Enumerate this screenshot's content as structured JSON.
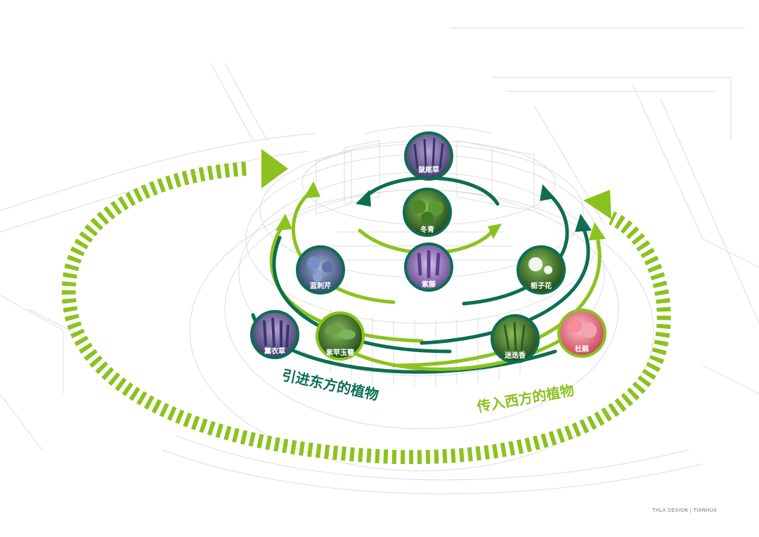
{
  "flows": {
    "east_label": "引进东方的植物",
    "west_label": "传入西方的植物"
  },
  "plants": [
    {
      "name": "鼠尾草",
      "tone": "#5a5f9a",
      "ring": "#0d6e52"
    },
    {
      "name": "冬青",
      "tone": "#3f7a2a",
      "ring": "#0d6e52"
    },
    {
      "name": "紫藤",
      "tone": "#7c5aa6",
      "ring": "#0d6e52"
    },
    {
      "name": "蓝刺芹",
      "tone": "#4f6a9a",
      "ring": "#0d6e52"
    },
    {
      "name": "栀子花",
      "tone": "#3e7a3a",
      "ring": "#0d6e52"
    },
    {
      "name": "薰衣草",
      "tone": "#6a6aa8",
      "ring": "#0d6e52"
    },
    {
      "name": "紫苹玉簪",
      "tone": "#4f8a45",
      "ring": "#8cc21f"
    },
    {
      "name": "迷迭香",
      "tone": "#4a6e3a",
      "ring": "#0d6e52"
    },
    {
      "name": "杜鹃",
      "tone": "#e06a7a",
      "ring": "#8cc21f"
    }
  ],
  "colors": {
    "dark_green": "#0d6e52",
    "light_green": "#8cc21f",
    "outline_gray": "#d9d9d9"
  },
  "credit": "THLA DESIGN | TIANHUA"
}
